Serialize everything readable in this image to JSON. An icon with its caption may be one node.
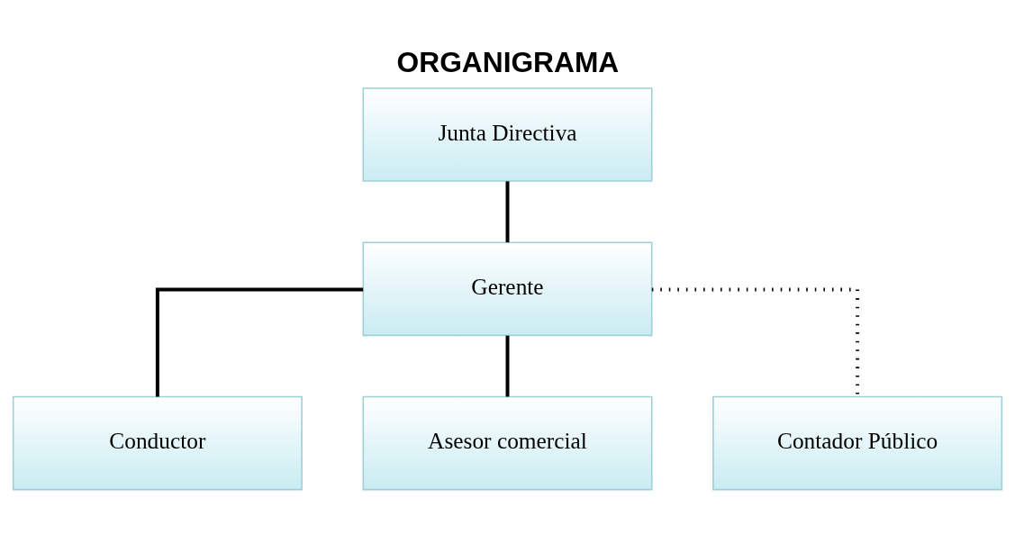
{
  "diagram": {
    "title": "ORGANIGRAMA",
    "nodes": [
      {
        "text": [
          "Junta Directiva"
        ]
      },
      {
        "text": [
          "Gerente"
        ]
      },
      {
        "text": [
          "Conductor"
        ]
      },
      {
        "text": [
          "Asesor comercial"
        ]
      },
      {
        "text": [
          "Contador Público"
        ]
      }
    ],
    "edges": [
      {
        "from": 0,
        "to": 1,
        "arrow": "none"
      },
      {
        "from": 1,
        "to": 2,
        "arrow": "none"
      },
      {
        "from": 1,
        "to": 3,
        "arrow": "none"
      },
      {
        "from": 1,
        "to": 4,
        "arrow": "none",
        "style": "dashed"
      }
    ]
  }
}
